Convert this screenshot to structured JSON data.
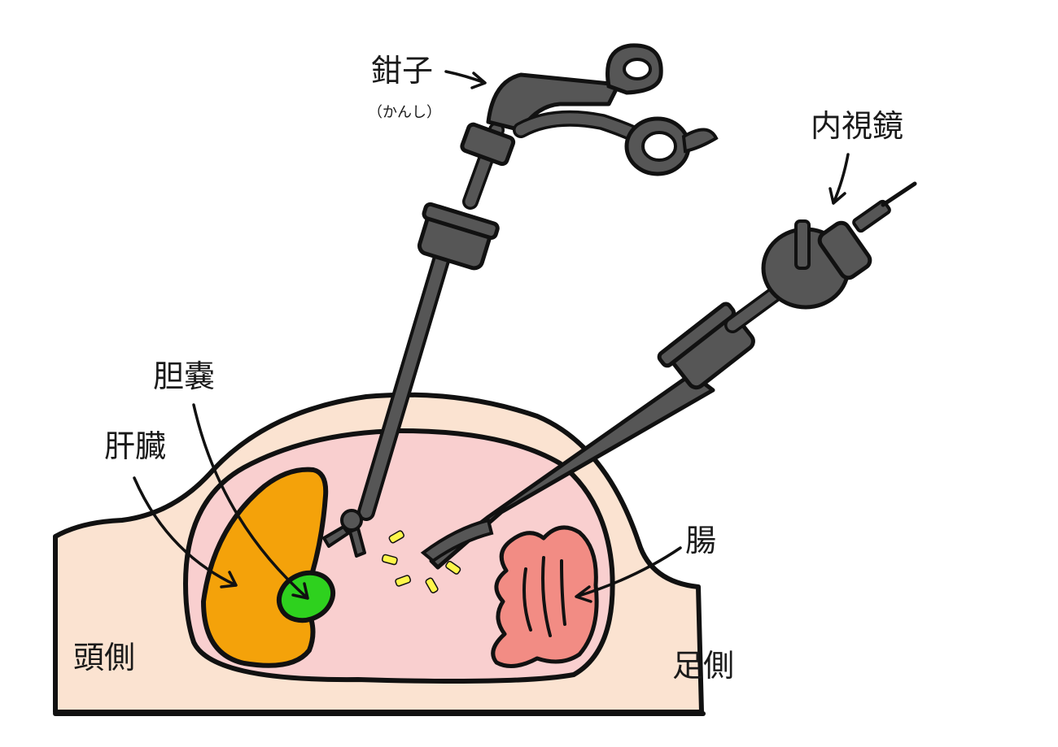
{
  "labels": {
    "forceps": "鉗子",
    "forceps_reading": "（かんし）",
    "endoscope": "内視鏡",
    "gallbladder": "胆嚢",
    "liver": "肝臓",
    "intestine": "腸",
    "head_side": "頭側",
    "foot_side": "足側"
  },
  "colors": {
    "outline": "#111111",
    "skin": "#fbe3d1",
    "cavity": "#f9cfcf",
    "liver": "#f4a20a",
    "gallbladder": "#2ed11e",
    "intestine": "#f28c84",
    "instrument": "#565656",
    "light_rays": "#fff64a"
  }
}
